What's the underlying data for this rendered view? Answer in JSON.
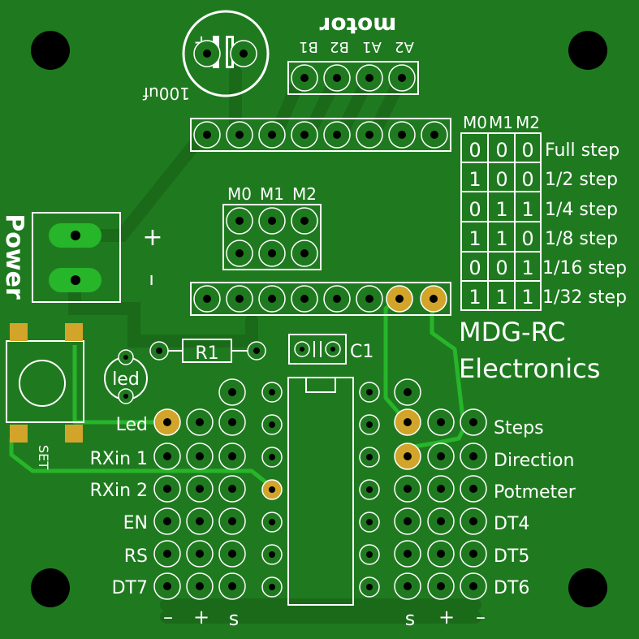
{
  "board": {
    "colors": {
      "soldermask": "#1f7a1f",
      "copper_trace": "#27b52a",
      "silkscreen": "#ffffff",
      "pad_gold": "#d2a52a",
      "hole": "#000000"
    }
  },
  "motor": {
    "title": "motor",
    "pins": [
      "A2",
      "A1",
      "B2",
      "B1"
    ]
  },
  "capacitor": {
    "value": "100uf"
  },
  "microstep": {
    "headers": [
      "M0",
      "M1",
      "M2"
    ],
    "rows": [
      {
        "bits": [
          "0",
          "0",
          "0"
        ],
        "label": "Full step"
      },
      {
        "bits": [
          "1",
          "0",
          "0"
        ],
        "label": "1/2 step"
      },
      {
        "bits": [
          "0",
          "1",
          "1"
        ],
        "label": "1/4 step"
      },
      {
        "bits": [
          "1",
          "1",
          "0"
        ],
        "label": "1/8 step"
      },
      {
        "bits": [
          "0",
          "0",
          "1"
        ],
        "label": "1/16 step"
      },
      {
        "bits": [
          "1",
          "1",
          "1"
        ],
        "label": "1/32 step"
      }
    ]
  },
  "jumpers": {
    "labels": [
      "M0",
      "M1",
      "M2"
    ]
  },
  "power": {
    "label": "Power",
    "plus": "+",
    "minus": "–"
  },
  "components": {
    "r1": "R1",
    "c1": "C1",
    "led": "led",
    "button": "SET"
  },
  "brand": {
    "line1": "MDG-RC",
    "line2": "Electronics"
  },
  "left_pins": [
    "Led",
    "RXin 1",
    "RXin 2",
    "EN",
    "RS",
    "DT7"
  ],
  "right_pins": [
    "Steps",
    "Direction",
    "Potmeter",
    "DT4",
    "DT5",
    "DT6"
  ],
  "bottom_left": [
    "–",
    "+",
    "s"
  ],
  "bottom_right": [
    "s",
    "+",
    "–"
  ]
}
